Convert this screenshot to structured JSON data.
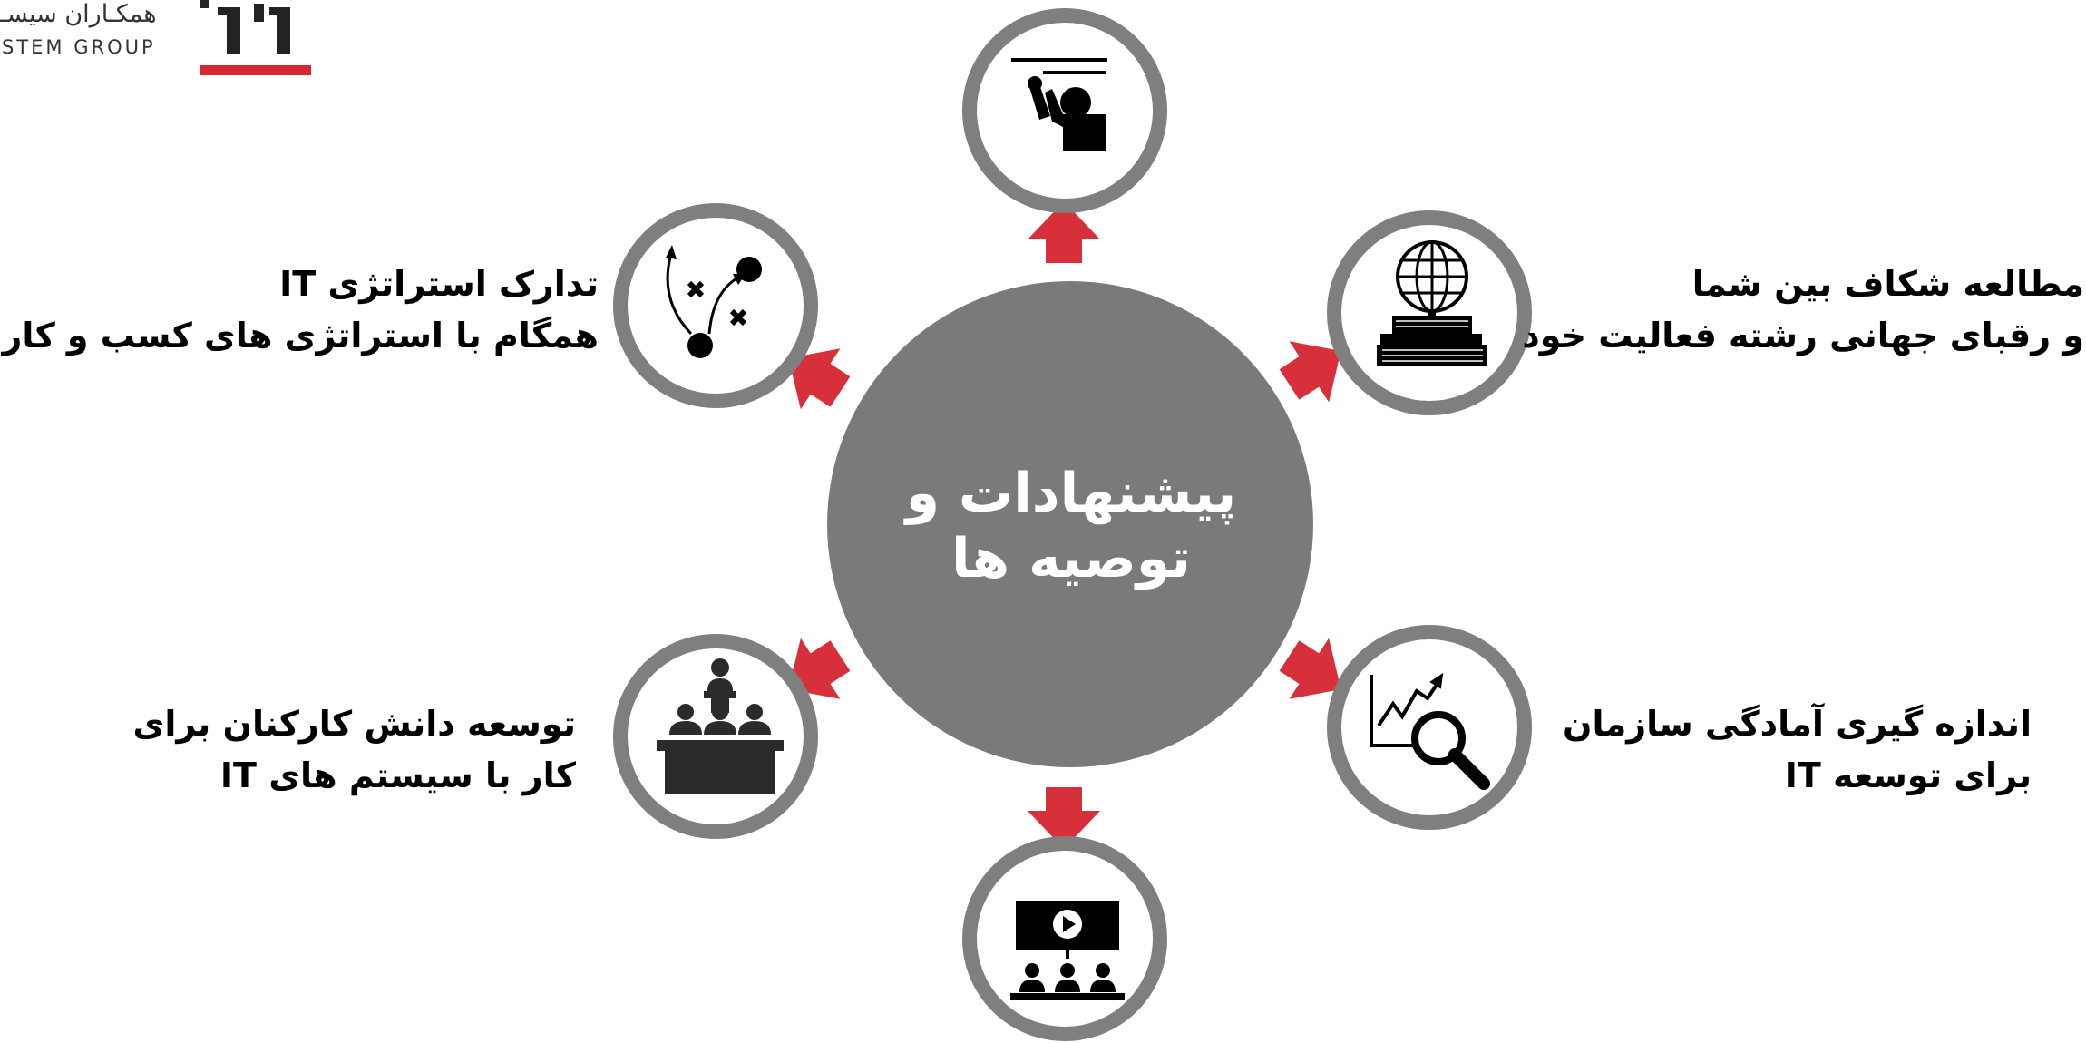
{
  "logo": {
    "text_fa": "همکـاران سیسـ",
    "text_en": "STEM GROUP",
    "accent_color": "#d7282f",
    "icon": "company-logo-mark"
  },
  "center": {
    "title_line1": "پیشنهادات و",
    "title_line2": "توصیه ها",
    "color": "#7a7a7a"
  },
  "colors": {
    "ring": "#7f7f7f",
    "arrow": "#d7303b",
    "text": "#000000"
  },
  "nodes": [
    {
      "id": "top",
      "icon": "teacher-at-board-icon",
      "lines": []
    },
    {
      "id": "gap-study",
      "icon": "globe-on-books-icon",
      "lines": [
        "مطالعه شکاف بین شما",
        "و رقبای جهانی رشته فعالیت خود"
      ]
    },
    {
      "id": "readiness",
      "icon": "chart-magnifier-icon",
      "lines": [
        "اندازه گیری آمادگی سازمان",
        "برای توسعه IT"
      ]
    },
    {
      "id": "bottom",
      "icon": "video-presentation-audience-icon",
      "lines": []
    },
    {
      "id": "knowledge",
      "icon": "speaker-podium-audience-icon",
      "lines": [
        "توسعه دانش کارکنان برای",
        "کار با سیستم های  IT"
      ]
    },
    {
      "id": "strategy",
      "icon": "strategy-playbook-icon",
      "lines": [
        "تدارک استراتژی  IT",
        "همگام با استراتژی های کسب و کار"
      ]
    }
  ]
}
